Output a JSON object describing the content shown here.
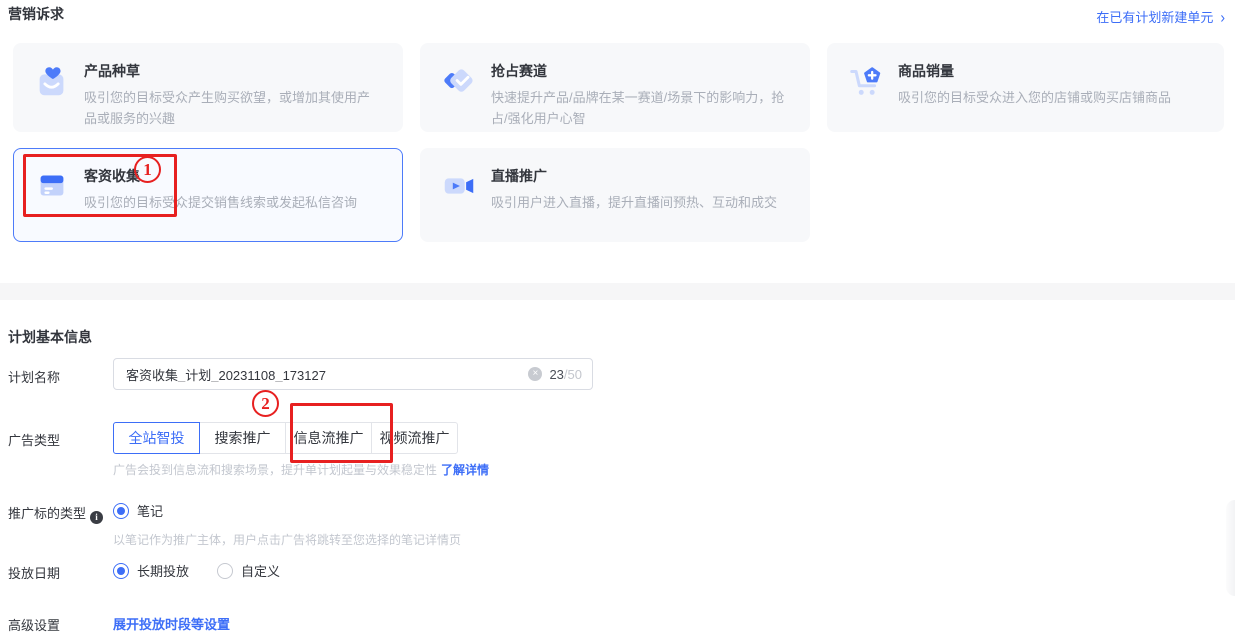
{
  "colors": {
    "accent": "#3d6ef7",
    "annotation_red": "#e72020",
    "card_bg": "#f7f8fa",
    "selected_card_bg": "#f8faff",
    "selected_card_border": "#4d7bf9"
  },
  "header": {
    "title": "营销诉求",
    "new_unit_link": "在已有计划新建单元",
    "chevron": "›"
  },
  "goal_cards": [
    {
      "id": "seeding",
      "title": "产品种草",
      "desc": "吸引您的目标受众产生购买欲望，或增加其使用产品或服务的兴趣",
      "selected": false
    },
    {
      "id": "track",
      "title": "抢占赛道",
      "desc": "快速提升产品/品牌在某一赛道/场景下的影响力，抢占/强化用户心智",
      "selected": false
    },
    {
      "id": "sales",
      "title": "商品销量",
      "desc": "吸引您的目标受众进入您的店铺或购买店铺商品",
      "selected": false
    },
    {
      "id": "leads",
      "title": "客资收集",
      "desc": "吸引您的目标受众提交销售线索或发起私信咨询",
      "selected": true
    },
    {
      "id": "live",
      "title": "直播推广",
      "desc": "吸引用户进入直播，提升直播间预热、互动和成交",
      "selected": false
    }
  ],
  "annotations": {
    "step1": "1",
    "step2": "2"
  },
  "plan": {
    "section_title": "计划基本信息",
    "name_label": "计划名称",
    "name_value": "客资收集_计划_20231108_173127",
    "clear_glyph": "×",
    "char_count": "23",
    "char_limit": "/50",
    "ad_type_label": "广告类型",
    "ad_type_tabs": [
      {
        "label": "全站智投",
        "selected": true
      },
      {
        "label": "搜索推广",
        "selected": false
      },
      {
        "label": "信息流推广",
        "selected": false
      },
      {
        "label": "视频流推广",
        "selected": false
      }
    ],
    "ad_type_note": "广告会投到信息流和搜索场景，提升单计划起量与效果稳定性",
    "ad_type_note_link": "了解详情",
    "target_label": "推广标的类型",
    "info_glyph": "i",
    "target_option": "笔记",
    "target_note": "以笔记作为推广主体，用户点击广告将跳转至您选择的笔记详情页",
    "date_label": "投放日期",
    "date_option_longterm": "长期投放",
    "date_option_custom": "自定义",
    "advanced_label": "高级设置",
    "advanced_link": "展开投放时段等设置"
  }
}
